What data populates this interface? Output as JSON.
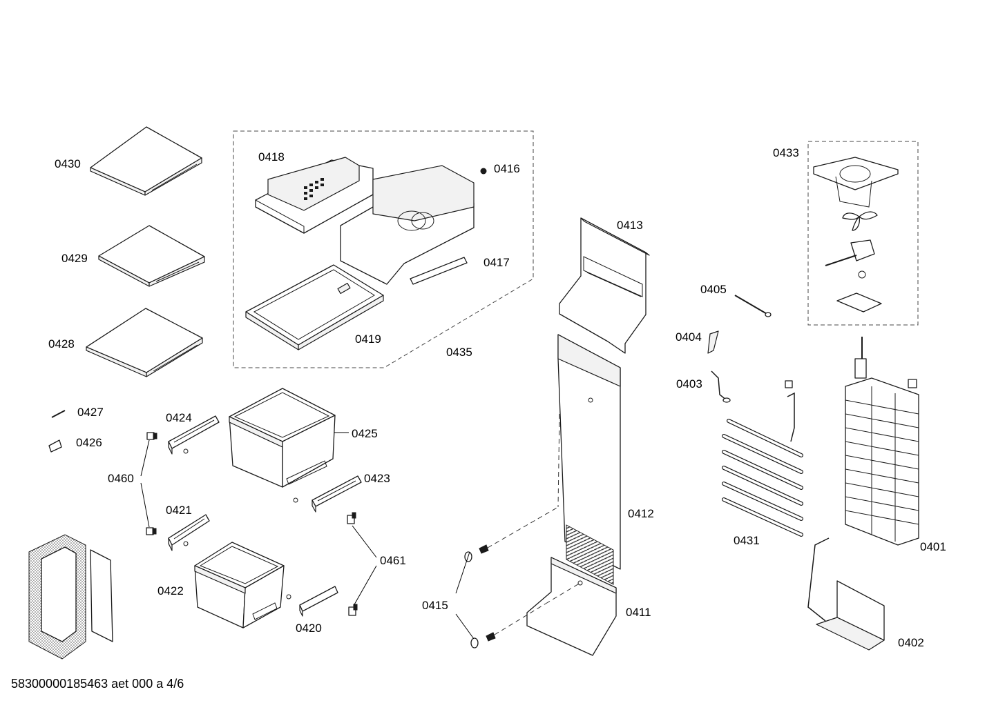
{
  "labels": {
    "p0430": "0430",
    "p0429": "0429",
    "p0428": "0428",
    "p0427": "0427",
    "p0426": "0426",
    "p0460": "0460",
    "p0424": "0424",
    "p0425": "0425",
    "p0423": "0423",
    "p0421": "0421",
    "p0422": "0422",
    "p0420": "0420",
    "p0461": "0461",
    "p0418": "0418",
    "p0416": "0416",
    "p0417": "0417",
    "p0419": "0419",
    "p0435": "0435",
    "p0413": "0413",
    "p0412": "0412",
    "p0411": "0411",
    "p0415": "0415",
    "p0405": "0405",
    "p0404": "0404",
    "p0403": "0403",
    "p0431": "0431",
    "p0433": "0433",
    "p0401": "0401",
    "p0402": "0402"
  },
  "footer": {
    "document_id": "58300000185463 aet 000 a 4/6"
  }
}
